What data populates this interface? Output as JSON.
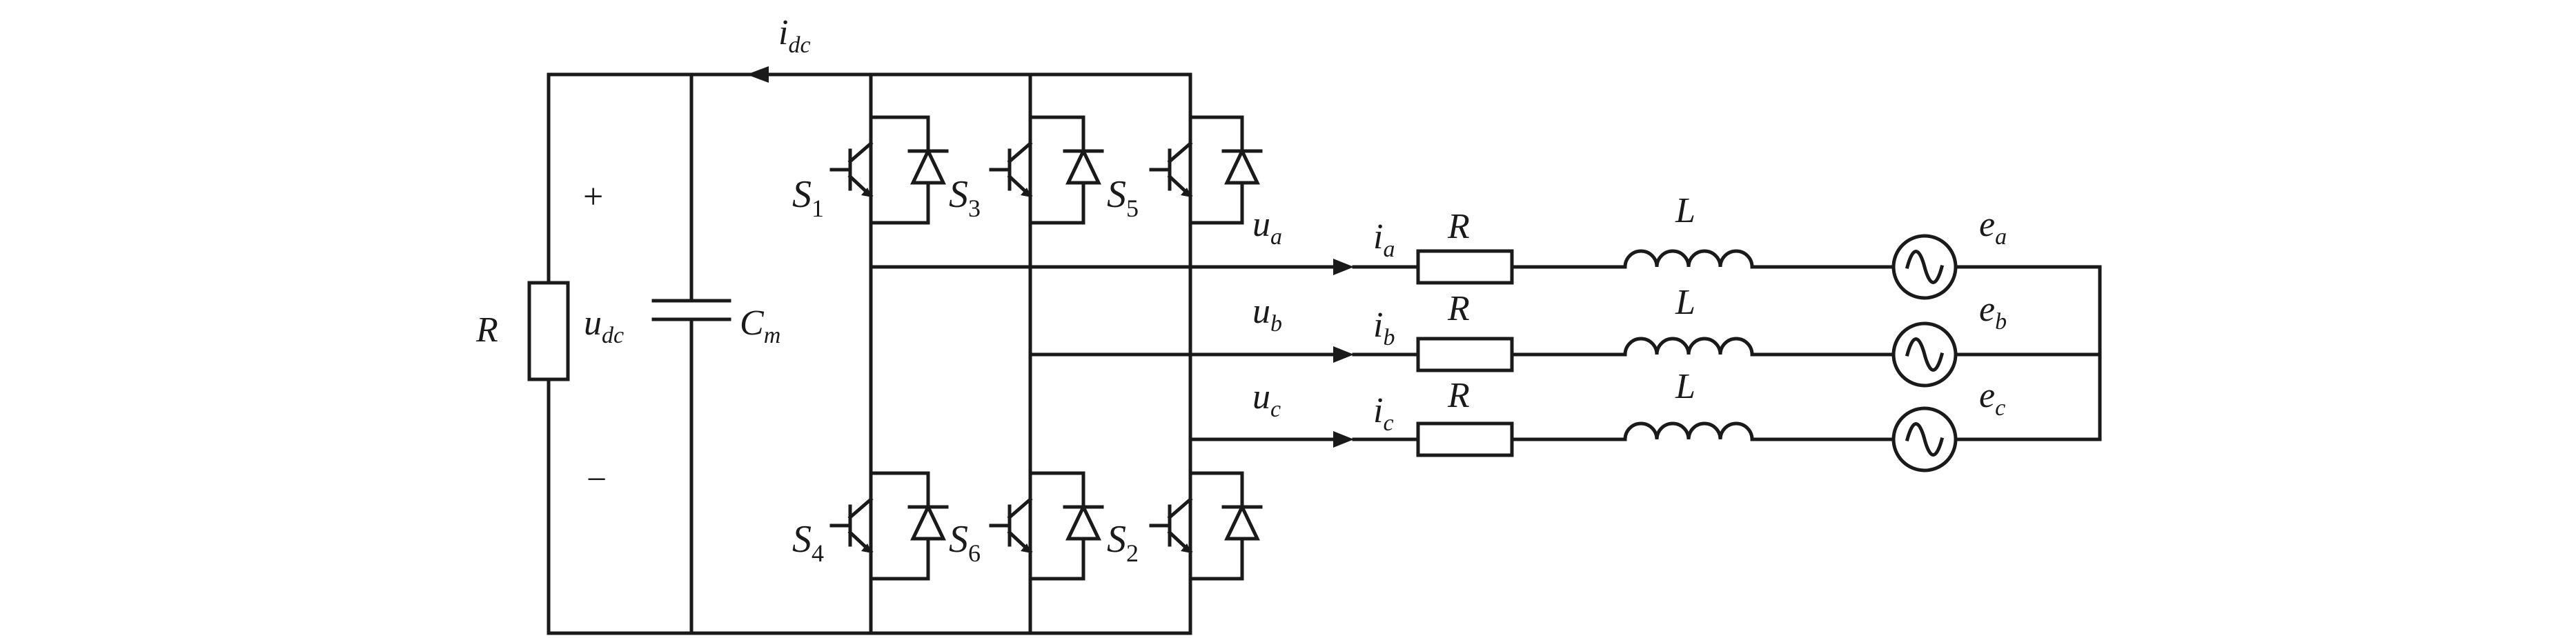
{
  "labels": {
    "i_dc": {
      "main": "i",
      "sub": "dc"
    },
    "R_load": "R",
    "u_dc": {
      "main": "u",
      "sub": "dc"
    },
    "C_m": {
      "main": "C",
      "sub": "m"
    },
    "plus": "+",
    "minus": "−",
    "switches": {
      "S1": {
        "main": "S",
        "sub": "1"
      },
      "S3": {
        "main": "S",
        "sub": "3"
      },
      "S5": {
        "main": "S",
        "sub": "5"
      },
      "S4": {
        "main": "S",
        "sub": "4"
      },
      "S6": {
        "main": "S",
        "sub": "6"
      },
      "S2": {
        "main": "S",
        "sub": "2"
      }
    },
    "phases": [
      {
        "u": {
          "main": "u",
          "sub": "a"
        },
        "i": {
          "main": "i",
          "sub": "a"
        },
        "R": "R",
        "L": "L",
        "e": {
          "main": "e",
          "sub": "a"
        }
      },
      {
        "u": {
          "main": "u",
          "sub": "b"
        },
        "i": {
          "main": "i",
          "sub": "b"
        },
        "R": "R",
        "L": "L",
        "e": {
          "main": "e",
          "sub": "b"
        }
      },
      {
        "u": {
          "main": "u",
          "sub": "c"
        },
        "i": {
          "main": "i",
          "sub": "c"
        },
        "R": "R",
        "L": "L",
        "e": {
          "main": "e",
          "sub": "c"
        }
      }
    ]
  }
}
